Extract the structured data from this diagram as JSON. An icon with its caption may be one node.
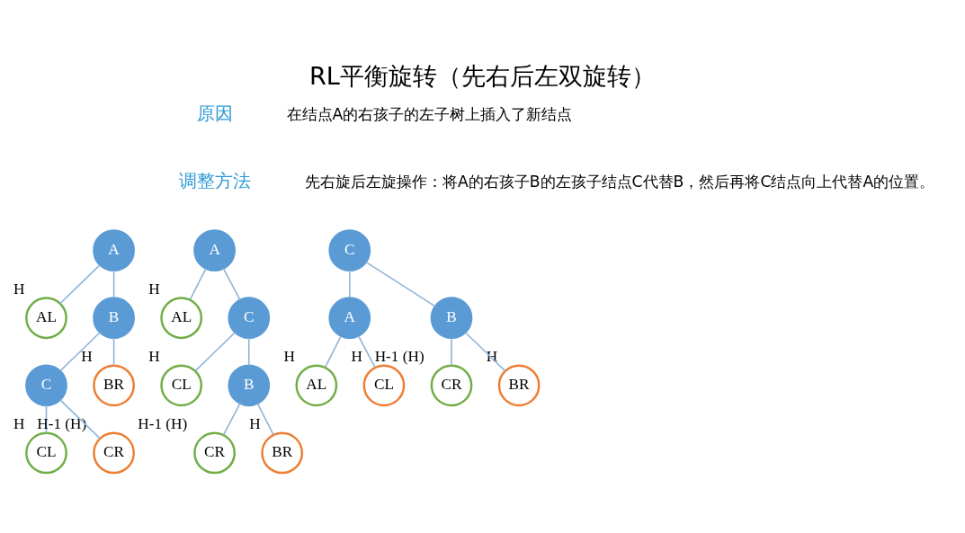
{
  "diagram": {
    "title": "RL平衡旋转（先右后左双旋转）",
    "nodes": [
      {
        "text": [
          "A"
        ]
      },
      {
        "text": [
          "AL"
        ],
        "beside": [
          "H"
        ]
      },
      {
        "text": [
          "B"
        ]
      },
      {
        "text": [
          "C"
        ]
      },
      {
        "text": [
          "BR"
        ],
        "beside": [
          "H"
        ]
      },
      {
        "text": [
          "CL"
        ],
        "beside": [
          "H"
        ]
      },
      {
        "text": [
          "CR"
        ],
        "beside": [
          "H-1 (H)"
        ]
      },
      {
        "text": [
          "A"
        ]
      },
      {
        "text": [
          "AL"
        ],
        "beside": [
          "H"
        ]
      },
      {
        "text": [
          "C"
        ]
      },
      {
        "text": [
          "CL"
        ],
        "beside": [
          "H"
        ]
      },
      {
        "text": [
          "B"
        ]
      },
      {
        "text": [
          "CR"
        ],
        "beside": [
          "H-1 (H)"
        ]
      },
      {
        "text": [
          "BR"
        ],
        "beside": [
          "H"
        ]
      },
      {
        "text": [
          "C"
        ]
      },
      {
        "text": [
          "A"
        ]
      },
      {
        "text": [
          "B"
        ]
      },
      {
        "text": [
          "AL"
        ],
        "beside": [
          "H"
        ]
      },
      {
        "text": [
          "CL"
        ],
        "beside": [
          "H"
        ]
      },
      {
        "text": [
          "CR"
        ],
        "beside": [
          "H-1 (H)"
        ]
      },
      {
        "text": [
          "BR"
        ],
        "beside": [
          "H"
        ]
      }
    ],
    "edges": [
      {
        "from": 0,
        "to": 1,
        "arrow": "none"
      },
      {
        "from": 0,
        "to": 2,
        "arrow": "none"
      },
      {
        "from": 2,
        "to": 3,
        "arrow": "none"
      },
      {
        "from": 2,
        "to": 4,
        "arrow": "none"
      },
      {
        "from": 3,
        "to": 5,
        "arrow": "none"
      },
      {
        "from": 3,
        "to": 6,
        "arrow": "none"
      },
      {
        "from": 7,
        "to": 8,
        "arrow": "none"
      },
      {
        "from": 7,
        "to": 9,
        "arrow": "none"
      },
      {
        "from": 9,
        "to": 10,
        "arrow": "none"
      },
      {
        "from": 9,
        "to": 11,
        "arrow": "none"
      },
      {
        "from": 11,
        "to": 12,
        "arrow": "none"
      },
      {
        "from": 11,
        "to": 13,
        "arrow": "none"
      },
      {
        "from": 14,
        "to": 15,
        "arrow": "none"
      },
      {
        "from": 14,
        "to": 16,
        "arrow": "none"
      },
      {
        "from": 15,
        "to": 17,
        "arrow": "none"
      },
      {
        "from": 15,
        "to": 18,
        "arrow": "none"
      },
      {
        "from": 16,
        "to": 19,
        "arrow": "none"
      },
      {
        "from": 16,
        "to": 20,
        "arrow": "none"
      }
    ],
    "labels": [
      "原因",
      "在结点A的右孩子的左子树上插入了新结点",
      "调整方法",
      "先右旋后左旋操作：将A的右孩子B的左孩子结点C代替B，然后再将C结点向上代替A的位置。"
    ]
  }
}
